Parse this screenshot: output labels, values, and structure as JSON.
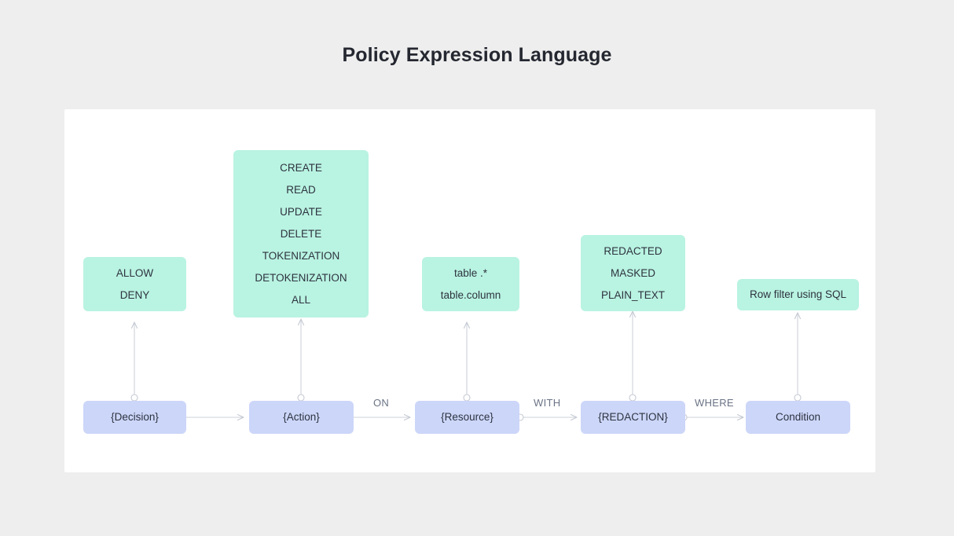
{
  "page": {
    "title": "Policy Expression Language",
    "background_color": "#eeeeee",
    "canvas_color": "#ffffff"
  },
  "colors": {
    "green_node": "#b9f3e1",
    "blue_node": "#ccd6f9",
    "node_text": "#2d3340",
    "edge_line": "#c8cdd6",
    "edge_label_text": "#6a7385",
    "title_text": "#242730"
  },
  "diagram": {
    "type": "flow-diagram",
    "grammar_sentence": "{Decision} {Action} ON {Resource} WITH {REDACTION} WHERE Condition",
    "option_nodes": [
      {
        "id": "decision-options",
        "color": "green",
        "for": "decision-node",
        "items": [
          "ALLOW",
          "DENY"
        ]
      },
      {
        "id": "action-options",
        "color": "green",
        "for": "action-node",
        "items": [
          "CREATE",
          "READ",
          "UPDATE",
          "DELETE",
          "TOKENIZATION",
          "DETOKENIZATION",
          "ALL"
        ]
      },
      {
        "id": "resource-options",
        "color": "green",
        "for": "resource-node",
        "items": [
          "table .*",
          "table.column"
        ]
      },
      {
        "id": "redaction-options",
        "color": "green",
        "for": "redaction-node",
        "items": [
          "REDACTED",
          "MASKED",
          "PLAIN_TEXT"
        ]
      },
      {
        "id": "condition-options",
        "color": "green",
        "for": "condition-node",
        "items": [
          "Row filter using SQL"
        ]
      }
    ],
    "token_nodes": [
      {
        "id": "decision-node",
        "color": "blue",
        "label": "{Decision}"
      },
      {
        "id": "action-node",
        "color": "blue",
        "label": "{Action}"
      },
      {
        "id": "resource-node",
        "color": "blue",
        "label": "{Resource}"
      },
      {
        "id": "redaction-node",
        "color": "blue",
        "label": "{REDACTION}"
      },
      {
        "id": "condition-node",
        "color": "blue",
        "label": "Condition"
      }
    ],
    "edge_labels": [
      {
        "id": "edge-label-on",
        "text": "ON",
        "from": "action-node",
        "to": "resource-node"
      },
      {
        "id": "edge-label-with",
        "text": "WITH",
        "from": "resource-node",
        "to": "redaction-node"
      },
      {
        "id": "edge-label-where",
        "text": "WHERE",
        "from": "redaction-node",
        "to": "condition-node"
      }
    ],
    "horizontal_edges": [
      {
        "from": "decision-node",
        "to": "action-node",
        "label": ""
      },
      {
        "from": "action-node",
        "to": "resource-node",
        "label": "ON"
      },
      {
        "from": "resource-node",
        "to": "redaction-node",
        "label": "WITH"
      },
      {
        "from": "redaction-node",
        "to": "condition-node",
        "label": "WHERE"
      }
    ],
    "vertical_edges": [
      {
        "from": "decision-node",
        "to": "decision-options"
      },
      {
        "from": "action-node",
        "to": "action-options"
      },
      {
        "from": "resource-node",
        "to": "resource-options"
      },
      {
        "from": "redaction-node",
        "to": "redaction-options"
      },
      {
        "from": "condition-node",
        "to": "condition-options"
      }
    ]
  }
}
